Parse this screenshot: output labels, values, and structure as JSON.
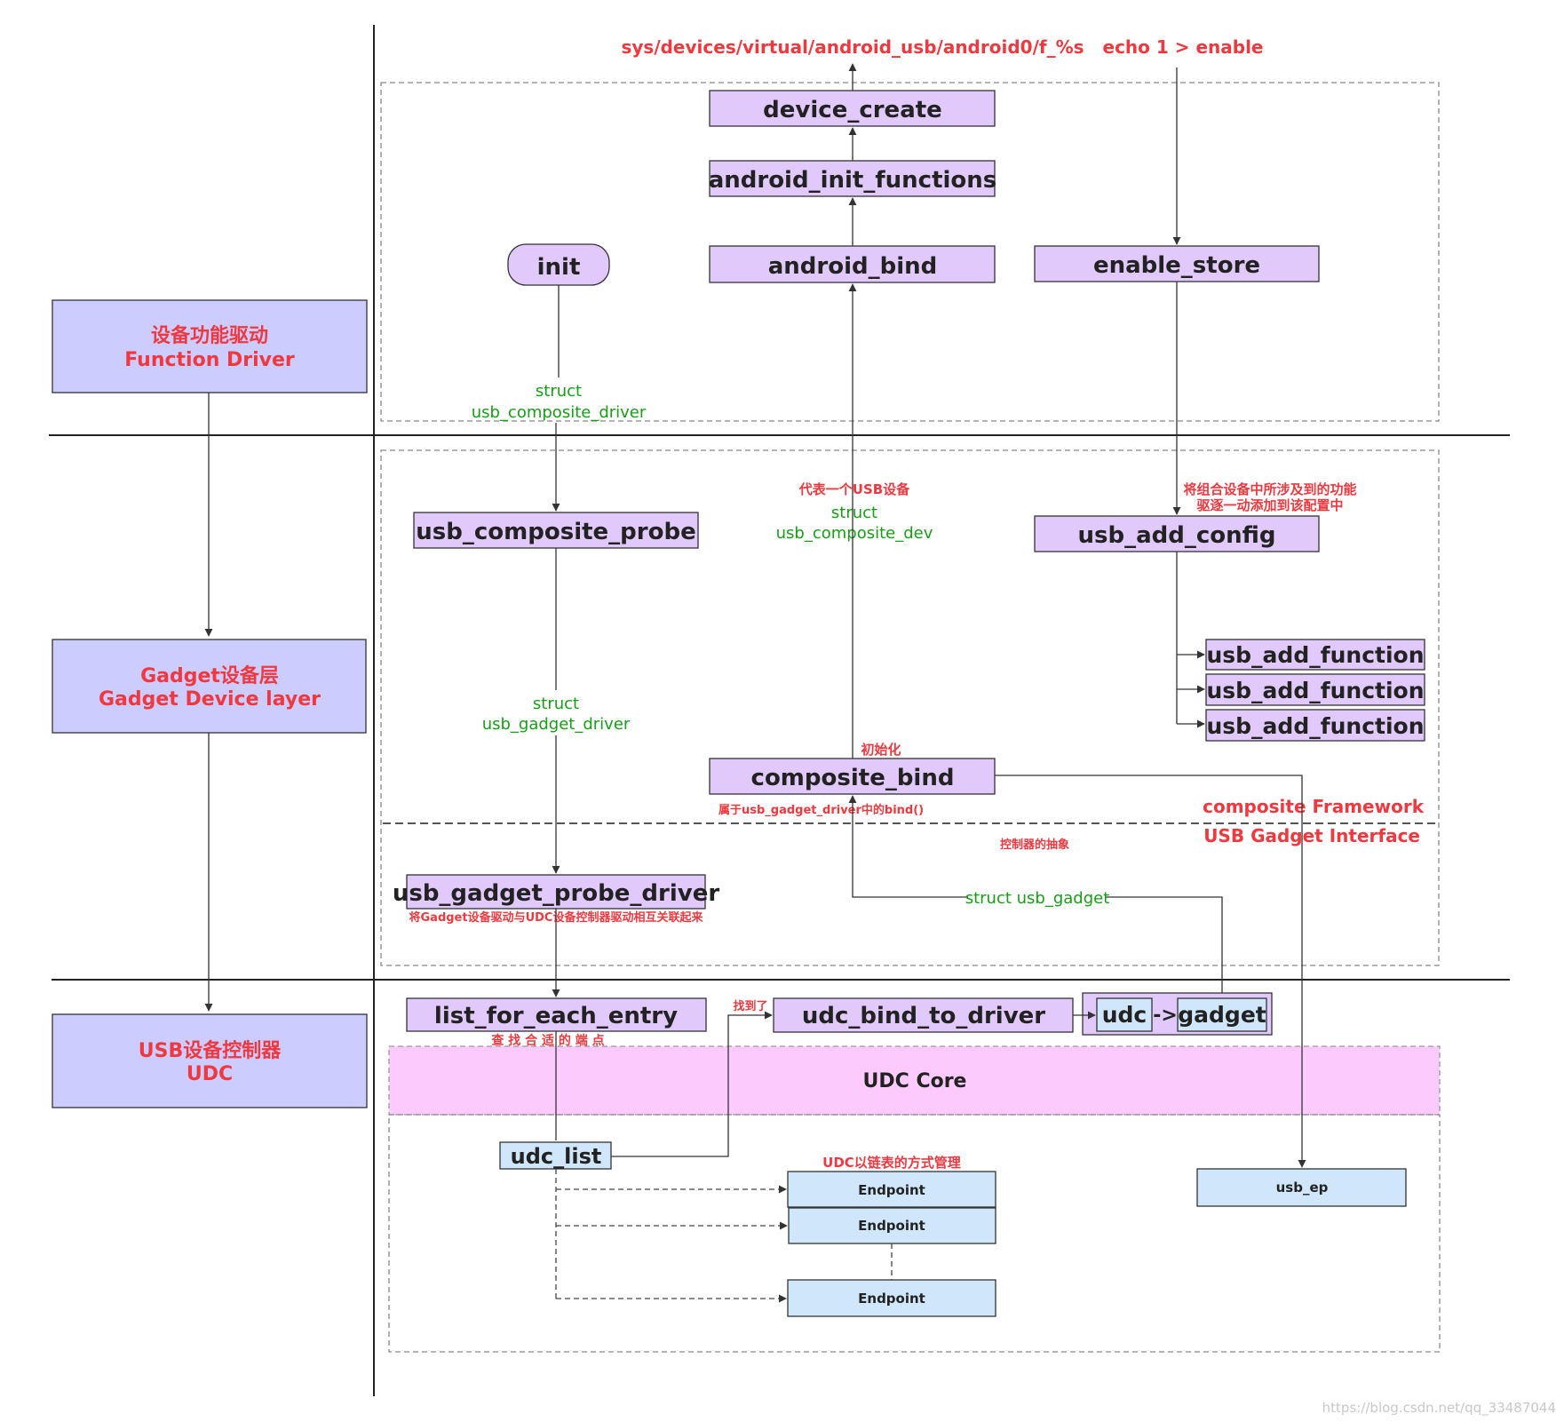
{
  "layers": {
    "function_driver": [
      "设备功能驱动",
      "Function Driver"
    ],
    "gadget_layer": [
      "Gadget设备层",
      "Gadget Device layer"
    ],
    "udc": [
      "USB设备控制器",
      "UDC"
    ]
  },
  "top_labels": {
    "sysfs_path": "sys/devices/virtual/android_usb/android0/f_%s",
    "echo_cmd": "echo 1 > enable"
  },
  "boxes": {
    "device_create": "device_create",
    "android_init_functions": "android_init_functions",
    "init": "init",
    "android_bind": "android_bind",
    "enable_store": "enable_store",
    "usb_composite_probe": "usb_composite_probe",
    "usb_add_config": "usb_add_config",
    "usb_add_function": [
      "usb_add_function",
      "usb_add_function",
      "usb_add_function"
    ],
    "composite_bind": "composite_bind",
    "usb_gadget_probe_driver": "usb_gadget_probe_driver",
    "list_for_each_entry": "list_for_each_entry",
    "udc_bind_to_driver": "udc_bind_to_driver",
    "udc": "udc",
    "udc_arrow": "->",
    "gadget": "gadget",
    "udc_core": "UDC Core",
    "udc_list": "udc_list",
    "endpoints": [
      "Endpoint",
      "Endpoint",
      "Endpoint"
    ],
    "usb_ep": "usb_ep"
  },
  "green_labels": {
    "composite_driver": [
      "struct",
      "usb_composite_driver"
    ],
    "composite_dev": [
      "struct",
      "usb_composite_dev"
    ],
    "gadget_driver": [
      "struct",
      "usb_gadget_driver"
    ],
    "usb_gadget": "struct usb_gadget"
  },
  "red_notes": {
    "usb_device": "代表一个USB设备",
    "add_config_note": [
      "将组合设备中所涉及到的功能",
      "驱逐一动添加到该配置中"
    ],
    "init_note": "初始化",
    "bind_note": "属于usb_gadget_driver中的bind()",
    "composite_framework": "composite Framework",
    "usb_gadget_interface": "USB Gadget Interface",
    "controller_abstract": "控制器的抽象",
    "probe_note": "将Gadget设备驱动与UDC设备控制器驱动相互关联起来",
    "found": "找到了",
    "find_endpoint": "查 找 合 适 的 端 点",
    "udc_list_note": "UDC以链表的方式管理"
  },
  "watermark": "https://blog.csdn.net/qq_33487044",
  "colors": {
    "box_purple": "#e1c9fb",
    "box_blue": "#cfe6fb",
    "layer_blue": "#ccccff",
    "udc_core_pink": "#fccafc",
    "red_text": "#f0383f",
    "green_text": "#15a015"
  }
}
